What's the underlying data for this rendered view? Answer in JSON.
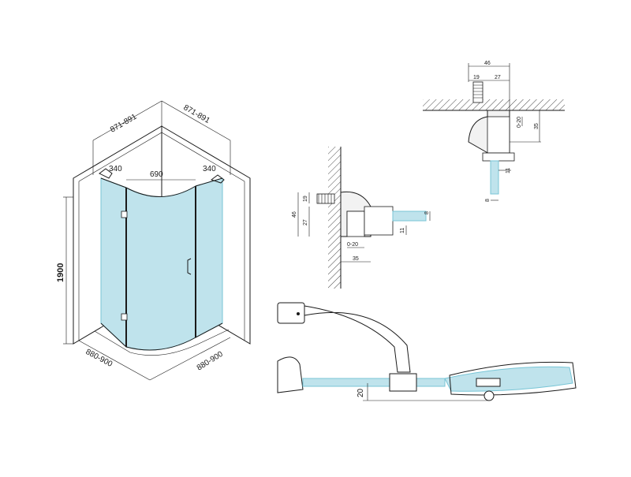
{
  "colors": {
    "glass": "#bfe3ec",
    "glass_edge": "#78c5d6",
    "profile": "#f2f2f2",
    "line": "#1a1a1a"
  },
  "enclosure": {
    "width_left": "871-891",
    "width_right": "871-891",
    "side_left": "340",
    "side_right": "340",
    "door_opening": "690",
    "height": "1900",
    "base_left": "880-900",
    "base_right": "880-900"
  },
  "wall_detail": {
    "overall": "46",
    "profile_depth": "19",
    "wall_gap": "27",
    "glass_thickness": "8",
    "offset": "11",
    "adjust_range": "0-20",
    "depth": "35"
  },
  "top_detail": {
    "overall": "46",
    "left_part": "19",
    "right_part": "27",
    "adjust_range": "0-20",
    "depth": "35",
    "offset": "11",
    "glass_thickness": "8"
  },
  "hinge_detail": {
    "clearance": "20"
  }
}
